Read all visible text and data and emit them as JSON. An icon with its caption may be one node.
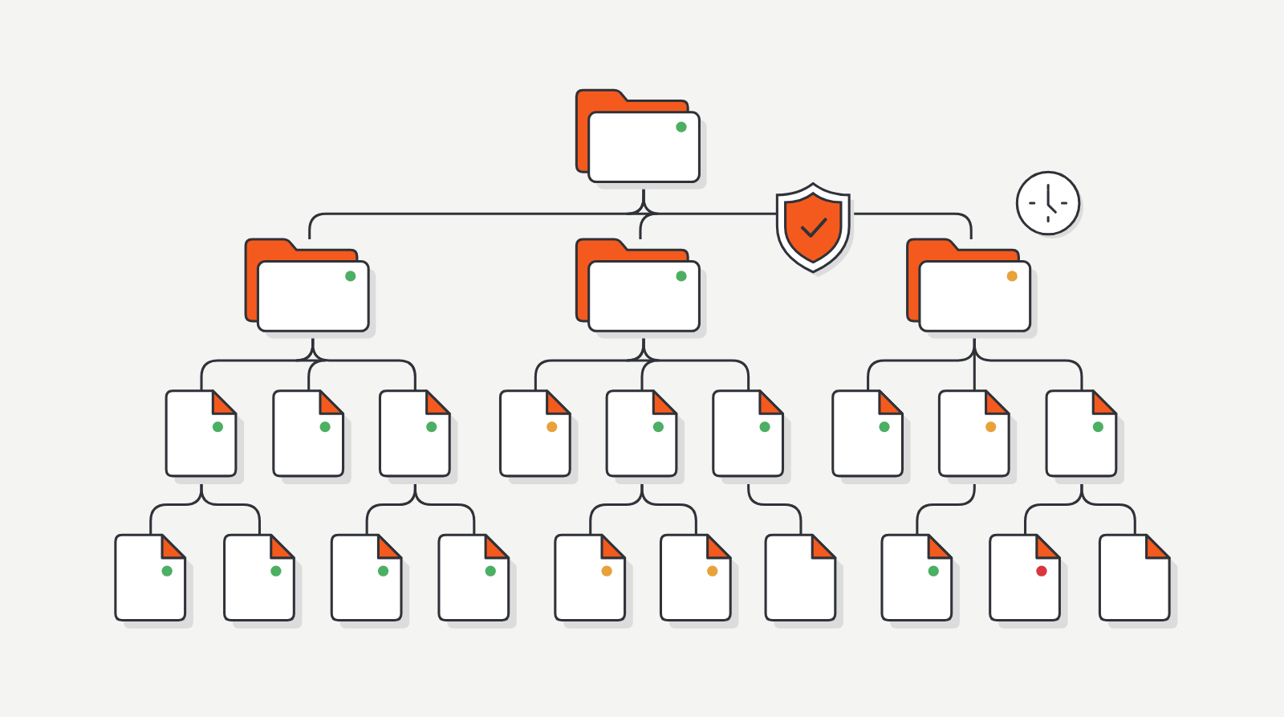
{
  "diagram": {
    "nodes": [
      {
        "text": [],
        "shape": "folder"
      },
      {
        "text": [],
        "shape": "folder"
      },
      {
        "text": [],
        "shape": "folder"
      },
      {
        "text": [],
        "shape": "folder"
      },
      {
        "text": [],
        "shape": "shield"
      },
      {
        "text": [],
        "shape": "document"
      },
      {
        "text": [],
        "shape": "document"
      },
      {
        "text": [],
        "shape": "document"
      },
      {
        "text": [],
        "shape": "document"
      },
      {
        "text": [],
        "shape": "document"
      },
      {
        "text": [],
        "shape": "document"
      },
      {
        "text": [],
        "shape": "document"
      },
      {
        "text": [],
        "shape": "document"
      },
      {
        "text": [],
        "shape": "document"
      },
      {
        "text": [],
        "shape": "document"
      },
      {
        "text": [],
        "shape": "document"
      },
      {
        "text": [],
        "shape": "document"
      },
      {
        "text": [],
        "shape": "document"
      },
      {
        "text": [],
        "shape": "document"
      },
      {
        "text": [],
        "shape": "document"
      },
      {
        "text": [],
        "shape": "document"
      },
      {
        "text": [],
        "shape": "document"
      },
      {
        "text": [],
        "shape": "document"
      },
      {
        "text": [],
        "shape": "document"
      }
    ],
    "edges": [
      {
        "from": 0,
        "to": 1,
        "arrow": "none"
      },
      {
        "from": 0,
        "to": 2,
        "arrow": "none"
      },
      {
        "from": 0,
        "to": 4,
        "arrow": "none"
      },
      {
        "from": 4,
        "to": 3,
        "arrow": "none"
      },
      {
        "from": 1,
        "to": 5,
        "arrow": "none"
      },
      {
        "from": 1,
        "to": 6,
        "arrow": "none"
      },
      {
        "from": 1,
        "to": 7,
        "arrow": "none"
      },
      {
        "from": 2,
        "to": 8,
        "arrow": "none"
      },
      {
        "from": 2,
        "to": 9,
        "arrow": "none"
      },
      {
        "from": 2,
        "to": 10,
        "arrow": "none"
      },
      {
        "from": 3,
        "to": 11,
        "arrow": "none"
      },
      {
        "from": 3,
        "to": 12,
        "arrow": "none"
      },
      {
        "from": 3,
        "to": 13,
        "arrow": "none"
      },
      {
        "from": 5,
        "to": 14,
        "arrow": "none"
      },
      {
        "from": 5,
        "to": 15,
        "arrow": "none"
      },
      {
        "from": 7,
        "to": 16,
        "arrow": "none"
      },
      {
        "from": 7,
        "to": 17,
        "arrow": "none"
      },
      {
        "from": 9,
        "to": 18,
        "arrow": "none"
      },
      {
        "from": 9,
        "to": 19,
        "arrow": "none"
      },
      {
        "from": 10,
        "to": 20,
        "arrow": "none"
      },
      {
        "from": 12,
        "to": 21,
        "arrow": "none"
      },
      {
        "from": 13,
        "to": 22,
        "arrow": "none"
      },
      {
        "from": 13,
        "to": 23,
        "arrow": "none"
      }
    ]
  }
}
